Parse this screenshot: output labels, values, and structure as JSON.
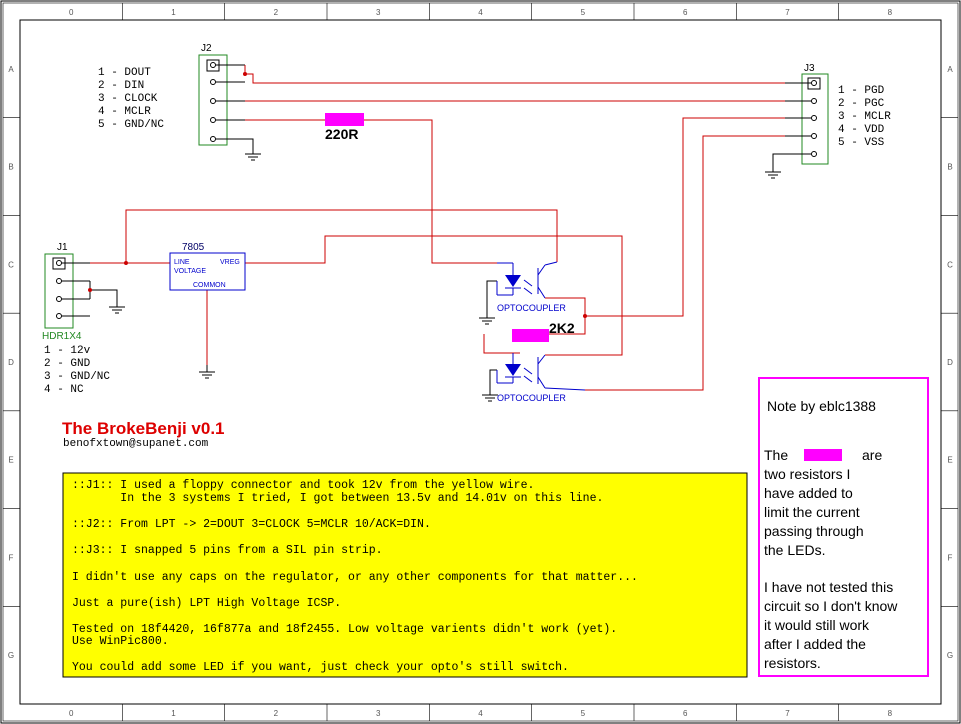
{
  "border": {
    "cols": [
      "0",
      "1",
      "2",
      "3",
      "4",
      "5",
      "6",
      "7",
      "8"
    ],
    "rows": [
      "A",
      "B",
      "C",
      "D",
      "E",
      "F",
      "G"
    ]
  },
  "j2": {
    "ref": "J2",
    "pins": [
      "1 - DOUT",
      "2 - DIN",
      "3 - CLOCK",
      "4 - MCLR",
      "5 - GND/NC"
    ]
  },
  "j3": {
    "ref": "J3",
    "pins": [
      "1 - PGD",
      "2 - PGC",
      "3 - MCLR",
      "4 - VDD",
      "5 - VSS"
    ]
  },
  "j1": {
    "ref": "J1",
    "part": "HDR1X4",
    "pins": [
      "1 - 12v",
      "2 - GND",
      "3 - GND/NC",
      "4 - NC"
    ]
  },
  "vreg": {
    "ref": "7805",
    "line1": "LINE",
    "line2": "VOLTAGE",
    "out": "VREG",
    "common": "COMMON"
  },
  "r1": "220R",
  "r2": "2K2",
  "opto1": "OPTOCOUPLER",
  "opto2": "OPTOCOUPLER",
  "title": "The BrokeBenji v0.1",
  "email": "benofxtown@supanet.com",
  "notes": [
    "::J1:: I used a floppy connector and took 12v from the yellow wire.",
    "       In the 3 systems I tried, I got between 13.5v and 14.01v on this line.",
    "::J2:: From LPT -> 2=DOUT 3=CLOCK 5=MCLR 10/ACK=DIN.",
    "::J3:: I snapped 5 pins from a SIL pin strip.",
    "I didn't use any caps on the regulator, or any other components for that matter...",
    "Just a pure(ish) LPT High Voltage ICSP.",
    "Tested on 18f4420, 16f877a and 18f2455. Low voltage varients didn't work (yet).",
    "Use WinPic800.",
    "You could add some LED if you want, just check your opto's still switch."
  ],
  "side_note": {
    "heading": "Note by eblc1388",
    "the": "The",
    "are": "are",
    "lines": [
      "two resistors I",
      "have added to",
      "limit the current",
      "passing through",
      "the LEDs.",
      "",
      "I have not tested this",
      "circuit so I don't know",
      "it would still work",
      "after I added the",
      "resistors."
    ]
  },
  "colors": {
    "wire": "#cc0000",
    "resistor": "#ff00ff",
    "note_bg": "#ffff00",
    "title": "#dd0000",
    "component": "#228822",
    "opto": "#0000cc"
  }
}
